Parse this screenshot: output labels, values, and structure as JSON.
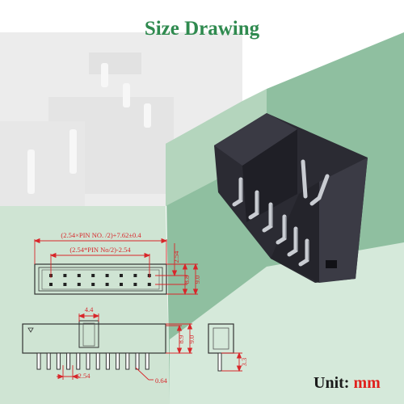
{
  "title": "Size Drawing",
  "unit": {
    "label": "Unit:",
    "value": "mm"
  },
  "dimensions": {
    "overall_length": "(2.54×PIN NO. /2)+7.62±0.4",
    "pin_span": "(2.54*PIN No/2)-2.54",
    "side_a": "2.54",
    "side_b": "8.8",
    "side_c": "9.0",
    "key_width": "4.4",
    "front_a": "8.9",
    "front_b": "9.0",
    "pitch": "2.54",
    "pin_size": "0.64",
    "pin_length": "3.3"
  },
  "colors": {
    "title": "#2f8a4f",
    "dimension": "#d8262a",
    "background_green": "#cfe4d3",
    "band_green": "#8fbfa0"
  }
}
